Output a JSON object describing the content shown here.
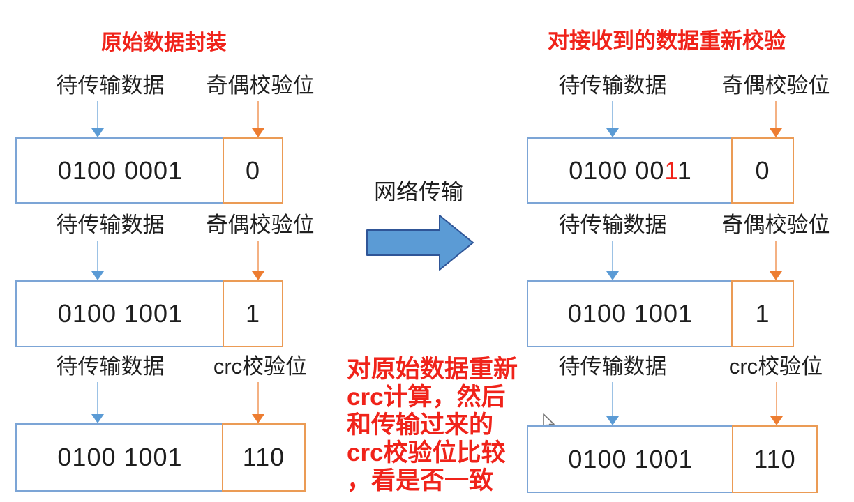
{
  "left_panel": {
    "title": "原始数据封装",
    "rows": [
      {
        "data_label": "待传输数据",
        "check_label": "奇偶校验位",
        "data_value": "0100 0001",
        "check_value": "0"
      },
      {
        "data_label": "待传输数据",
        "check_label": "奇偶校验位",
        "data_value": "0100 1001",
        "check_value": "1"
      },
      {
        "data_label": "待传输数据",
        "check_label": "crc校验位",
        "data_value": "0100 1001",
        "check_value": "110"
      }
    ]
  },
  "middle": {
    "transfer_label": "网络传输",
    "note_lines": [
      "对原始数据重新",
      "crc计算，然后",
      "和传输过来的",
      "crc校验位比较",
      "，看是否一致"
    ]
  },
  "right_panel": {
    "title": "对接收到的数据重新校验",
    "rows": [
      {
        "data_label": "待传输数据",
        "check_label": "奇偶校验位",
        "value_prefix": "0100 00",
        "error_bit": "1",
        "value_suffix": "1",
        "check_value": "0"
      },
      {
        "data_label": "待传输数据",
        "check_label": "奇偶校验位",
        "data_value": "0100 1001",
        "check_value": "1"
      },
      {
        "data_label": "待传输数据",
        "check_label": "crc校验位",
        "data_value": "0100 1001",
        "check_value": "110"
      }
    ]
  },
  "colors": {
    "red_text": "#f0231a",
    "data_cell_border_blue": "#7ca5d6",
    "check_cell_border_orange": "#eb9b55",
    "small_arrow_blue": "#5b9bd5",
    "small_arrow_orange": "#ed7d31",
    "big_arrow_fill": "#5b9bd5",
    "big_arrow_stroke": "#2f5597",
    "text_black": "#1f1f1f"
  }
}
